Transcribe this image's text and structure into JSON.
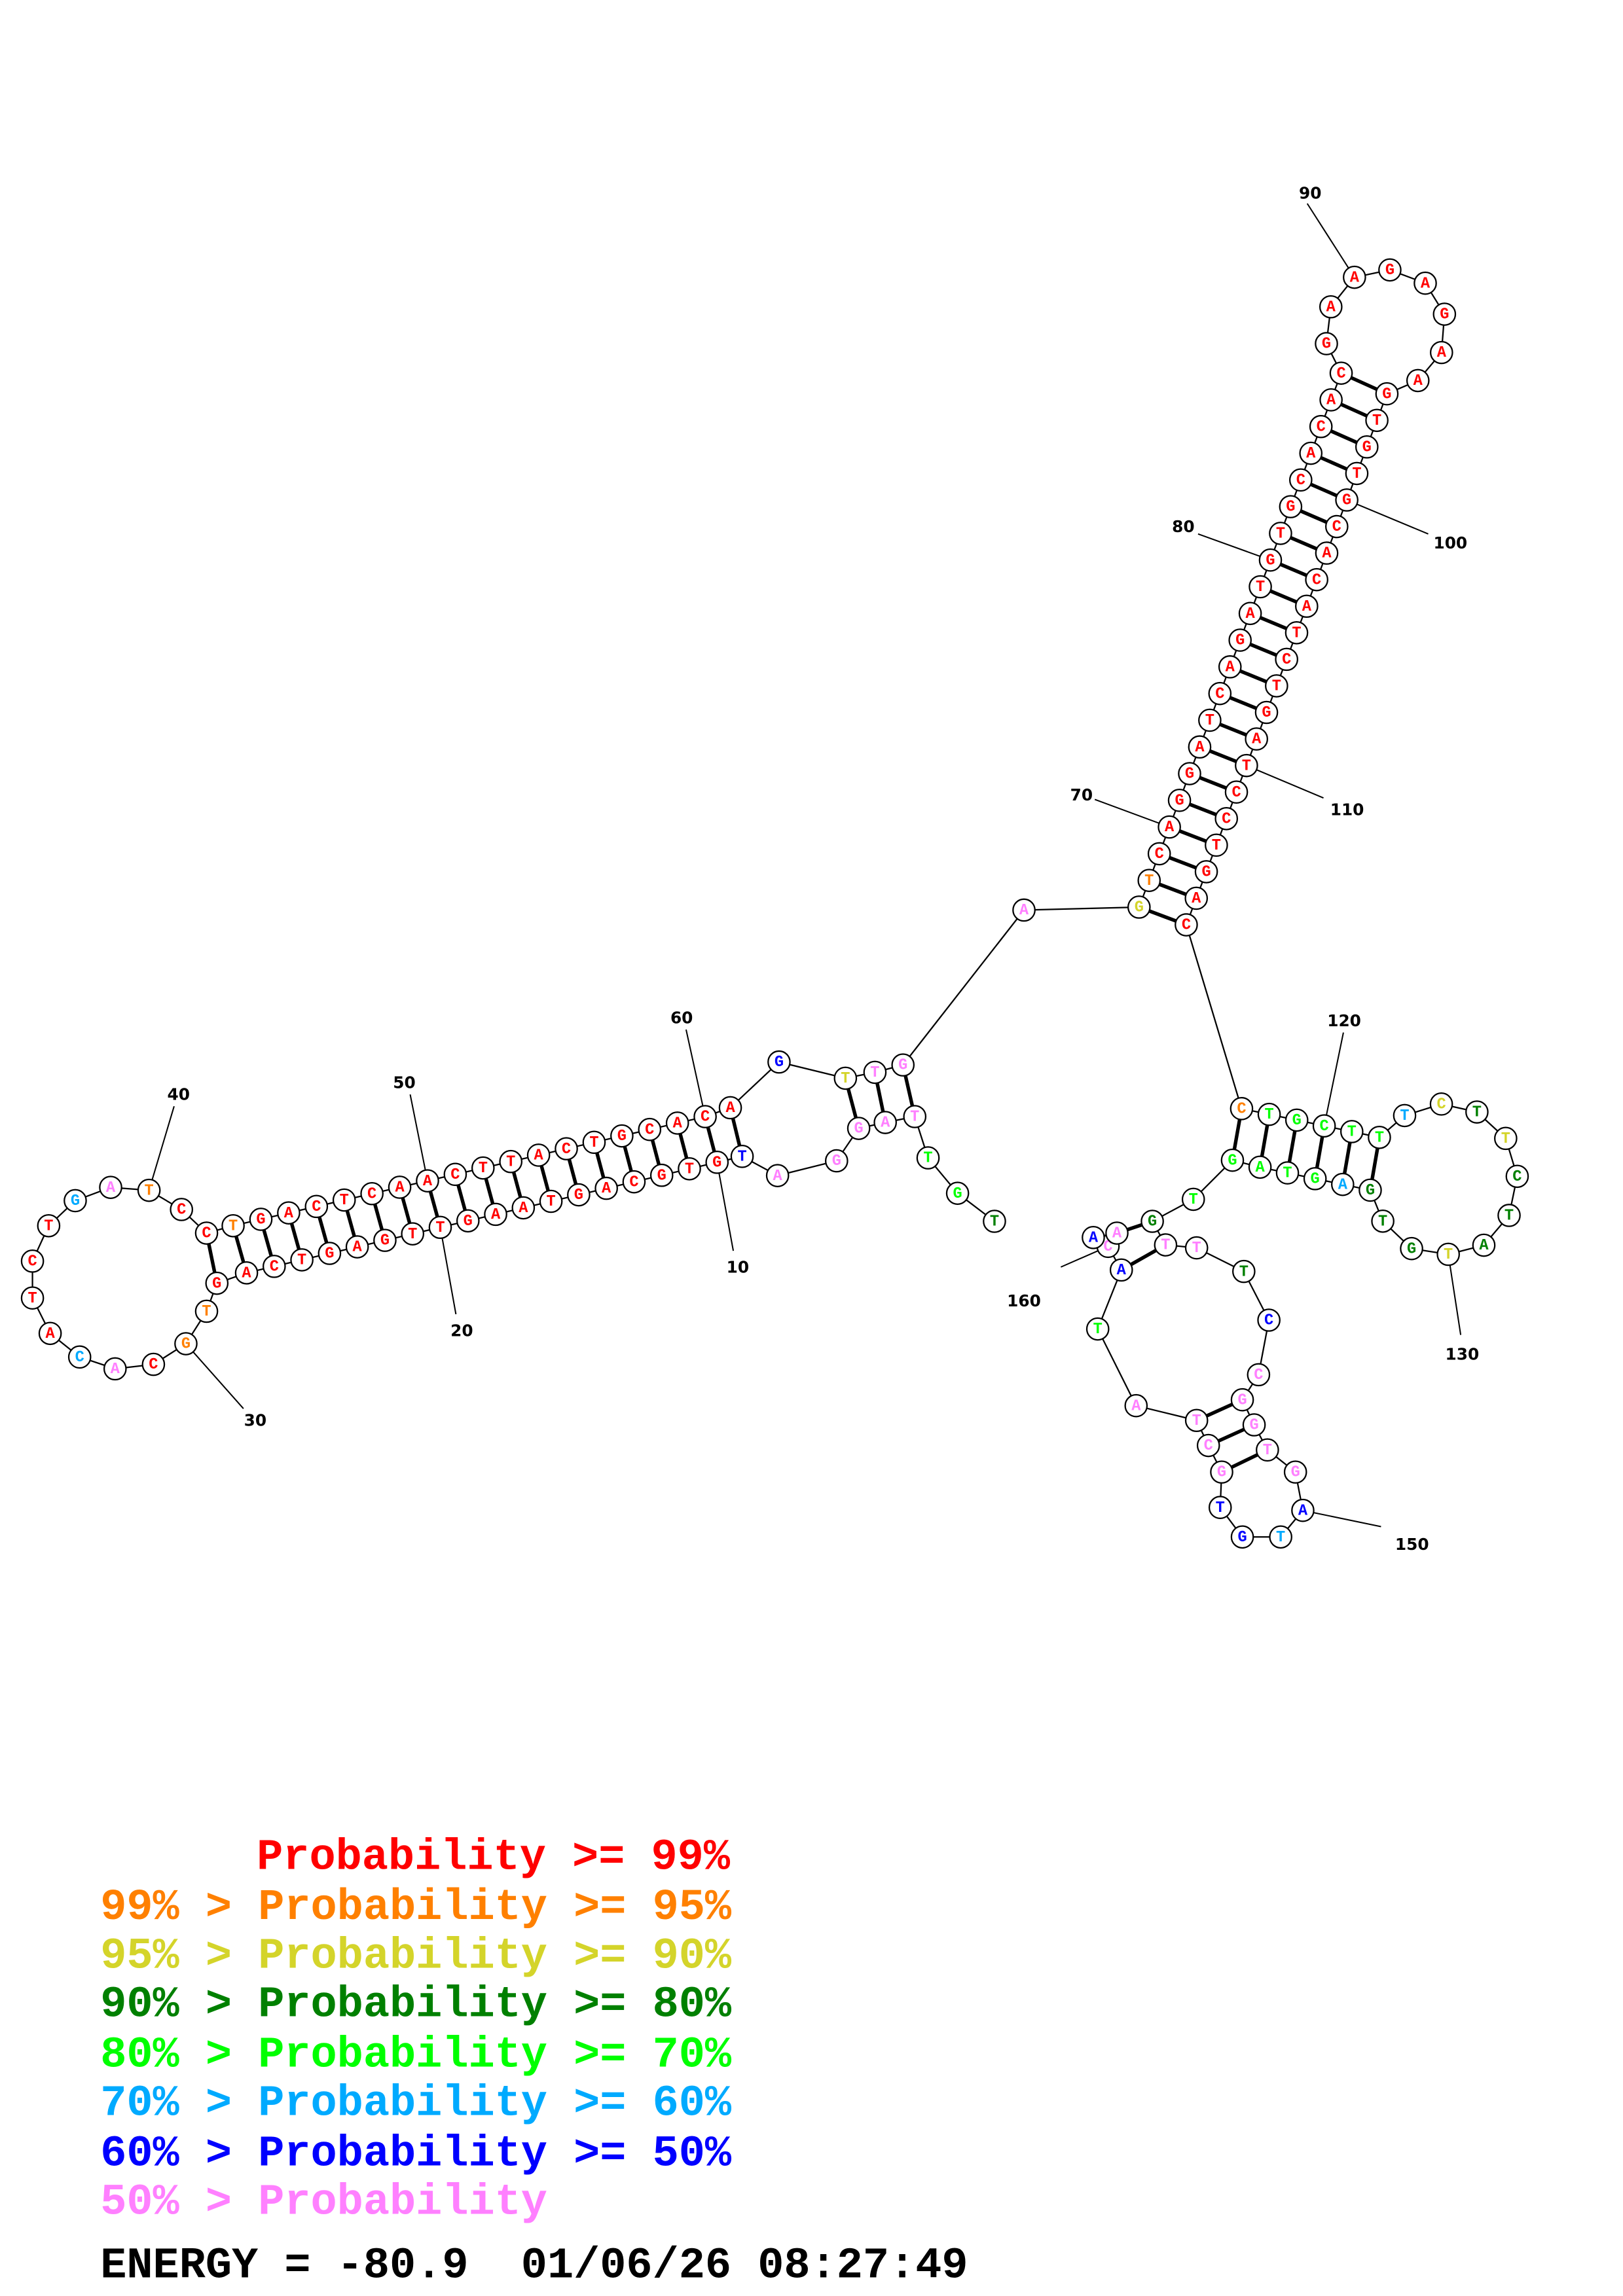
{
  "structure": {
    "sequence": "TGTTAGGATGTGCAGTAAGTTGAGTCAGTGCACATCTGATCCTGACTCAACTTACTGCACAGTTGAGTCAGGATCAGATGTGCACACGAAGAGAAGTGTGCACATCTGATCCTGACCTGCTTTCTTCTATGTGAGTAGTGTTTCCGGTGATGTGCTATACAA",
    "probability_class": "344777776000000000000000000011075000057100100000000000000000062777210000000000000000000000000000000000000000000000001444445232333233354444437736777776566777746776 0",
    "pairs": [
      [
        10,
        60
      ],
      [
        11,
        59
      ],
      [
        12,
        58
      ],
      [
        13,
        57
      ],
      [
        14,
        56
      ],
      [
        15,
        55
      ],
      [
        16,
        54
      ],
      [
        17,
        53
      ],
      [
        18,
        52
      ],
      [
        19,
        51
      ],
      [
        20,
        50
      ],
      [
        21,
        49
      ],
      [
        22,
        48
      ],
      [
        23,
        47
      ],
      [
        24,
        46
      ],
      [
        25,
        45
      ],
      [
        26,
        44
      ],
      [
        27,
        43
      ],
      [
        28,
        42
      ],
      [
        9,
        61
      ],
      [
        4,
        65
      ],
      [
        5,
        64
      ],
      [
        6,
        63
      ],
      [
        67,
        116
      ],
      [
        68,
        115
      ],
      [
        69,
        114
      ],
      [
        70,
        113
      ],
      [
        71,
        112
      ],
      [
        72,
        111
      ],
      [
        73,
        110
      ],
      [
        74,
        109
      ],
      [
        75,
        108
      ],
      [
        76,
        107
      ],
      [
        77,
        106
      ],
      [
        78,
        105
      ],
      [
        79,
        104
      ],
      [
        80,
        103
      ],
      [
        81,
        102
      ],
      [
        82,
        101
      ],
      [
        83,
        100
      ],
      [
        84,
        99
      ],
      [
        85,
        98
      ],
      [
        86,
        97
      ],
      [
        87,
        96
      ],
      [
        117,
        138
      ],
      [
        118,
        137
      ],
      [
        119,
        136
      ],
      [
        120,
        135
      ],
      [
        121,
        134
      ],
      [
        122,
        133
      ],
      [
        140,
        161
      ],
      [
        141,
        159
      ],
      [
        146,
        156
      ],
      [
        147,
        155
      ],
      [
        148,
        154
      ]
    ],
    "position_labels": [
      10,
      20,
      30,
      40,
      50,
      60,
      70,
      80,
      90,
      100,
      110,
      120,
      130,
      150,
      160
    ]
  },
  "class_colors": [
    "#ff0000",
    "#ff8000",
    "#d4d42a",
    "#008000",
    "#00ff00",
    "#00aaff",
    "#0000ff",
    "#ff80ff"
  ],
  "legend": [
    {
      "text": "Probability >= 99%",
      "color": "#ff0000"
    },
    {
      "text": "99% > Probability >= 95%",
      "color": "#ff8000"
    },
    {
      "text": "95% > Probability >= 90%",
      "color": "#d4d42a"
    },
    {
      "text": "90% > Probability >= 80%",
      "color": "#008000"
    },
    {
      "text": "80% > Probability >= 70%",
      "color": "#00ff00"
    },
    {
      "text": "70% > Probability >= 60%",
      "color": "#00aaff"
    },
    {
      "text": "60% > Probability >= 50%",
      "color": "#0000ff"
    },
    {
      "text": "50% > Probability",
      "color": "#ff80ff"
    }
  ],
  "footer": {
    "energy_text": "ENERGY = -80.9  01/06/26 08:27:49"
  }
}
